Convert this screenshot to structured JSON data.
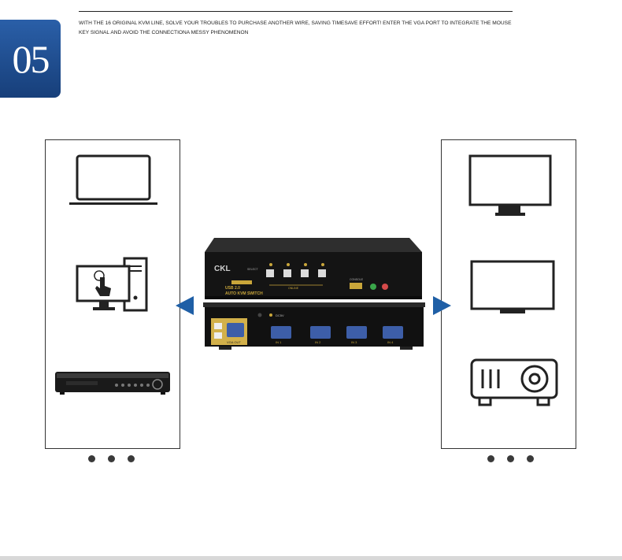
{
  "step_number": "05",
  "description": "WITH THE 16 ORIGINAL KVM LINE, SOLVE YOUR TROUBLES TO PURCHASE ANOTHER WIRE, SAVING TIMESAVE EFFORT! ENTER THE VGA PORT TO INTEGRATE THE MOUSE KEY SIGNAL AND AVOID THE CONNECTIONA MESSY PHENOMENON",
  "switch_labels": {
    "brand": "CKL",
    "select": "SELECT",
    "online": "ONLINE",
    "model_top": "USB 2.0",
    "model_bottom": "AUTO KVM SWITCH",
    "console": "CONSOLE",
    "rear_vga_out": "VGA OUT",
    "rear_dc": "DC5V",
    "rear_in": [
      "IN 1",
      "IN 2",
      "IN 3",
      "IN 4"
    ]
  },
  "left_devices": [
    "laptop-icon",
    "desktop-computer-icon",
    "dvr-recorder-icon"
  ],
  "right_devices": [
    "monitor-icon",
    "television-icon",
    "projector-icon"
  ],
  "colors": {
    "badge": "#1f4e91",
    "arrow": "#1f5fa6",
    "text": "#222222"
  }
}
